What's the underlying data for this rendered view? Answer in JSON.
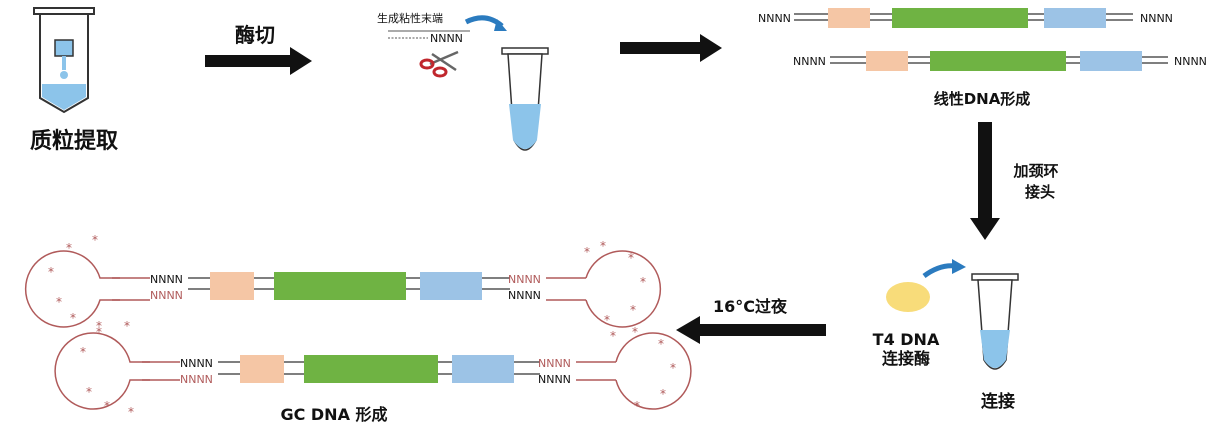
{
  "steps": {
    "plasmid_extraction": "质粒提取",
    "enzyme_cut": "酶切",
    "sticky_end": "生成粘性末端",
    "sticky_seq": "NNNN",
    "linear_dna": "线性DNA形成",
    "add_adapter_line1": "加颈环",
    "add_adapter_line2": "接头",
    "t4_line1": "T4 DNA",
    "t4_line2": "连接酶",
    "ligation": "连接",
    "overnight": "16°C过夜",
    "gc_dna": "GC DNA 形成"
  },
  "dna": {
    "end_seq": "NNNN"
  },
  "colors": {
    "segment_peach": "#f5c6a5",
    "segment_green": "#6fb343",
    "segment_blue": "#9cc3e6",
    "loop_red": "#b05a5a",
    "liquid": "#8cc4ea",
    "arrow": "#111111",
    "enzyme_yellow": "#f8dc7a",
    "curved_arrow": "#2b7bbf"
  }
}
